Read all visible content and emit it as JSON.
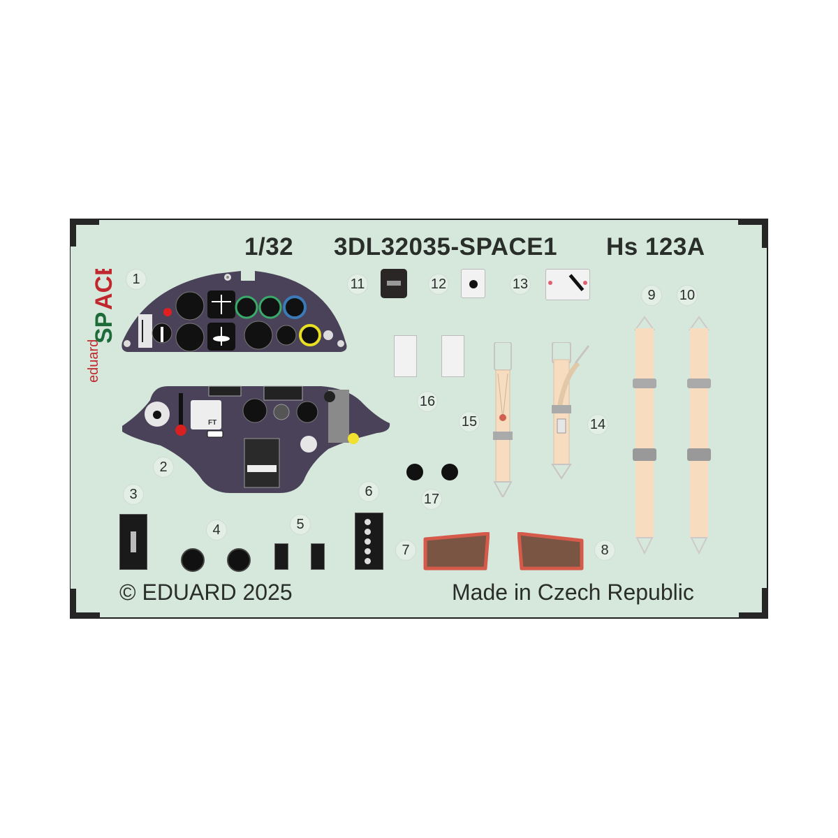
{
  "header": {
    "scale": "1/32",
    "product_code": "3DL32035-SPACE1",
    "aircraft": "Hs 123A"
  },
  "logo": {
    "brand_small": "eduard",
    "brand_large": "SPACE",
    "colors": {
      "red": "#c0282d",
      "green": "#1e6b3a"
    }
  },
  "footer": {
    "copyright": "© EDUARD 2025",
    "origin": "Made in Czech Republic"
  },
  "parts": [
    {
      "n": "1",
      "desc": "main instrument panel"
    },
    {
      "n": "2",
      "desc": "lower instrument panel"
    },
    {
      "n": "3",
      "desc": "black placard"
    },
    {
      "n": "4",
      "desc": "pair of small gauges"
    },
    {
      "n": "5",
      "desc": "pair of small placards"
    },
    {
      "n": "6",
      "desc": "switch panel"
    },
    {
      "n": "7",
      "desc": "left seat cushion"
    },
    {
      "n": "8",
      "desc": "right seat cushion"
    },
    {
      "n": "9",
      "desc": "shoulder harness left"
    },
    {
      "n": "10",
      "desc": "shoulder harness right"
    },
    {
      "n": "11",
      "desc": "dark placard"
    },
    {
      "n": "12",
      "desc": "white switch plate"
    },
    {
      "n": "13",
      "desc": "white lever plate"
    },
    {
      "n": "14",
      "desc": "lap belt with buckle"
    },
    {
      "n": "15",
      "desc": "lap belt"
    },
    {
      "n": "16",
      "desc": "pair of switch plates"
    },
    {
      "n": "17",
      "desc": "pair of round gauges"
    }
  ],
  "colors": {
    "sheet_background": "#d6e8dc",
    "panel": "#4a4258",
    "belt": "#f7dcc0",
    "cushion": "#7a5544",
    "cushion_border": "#d65a4a",
    "text": "#2a2e2a"
  }
}
